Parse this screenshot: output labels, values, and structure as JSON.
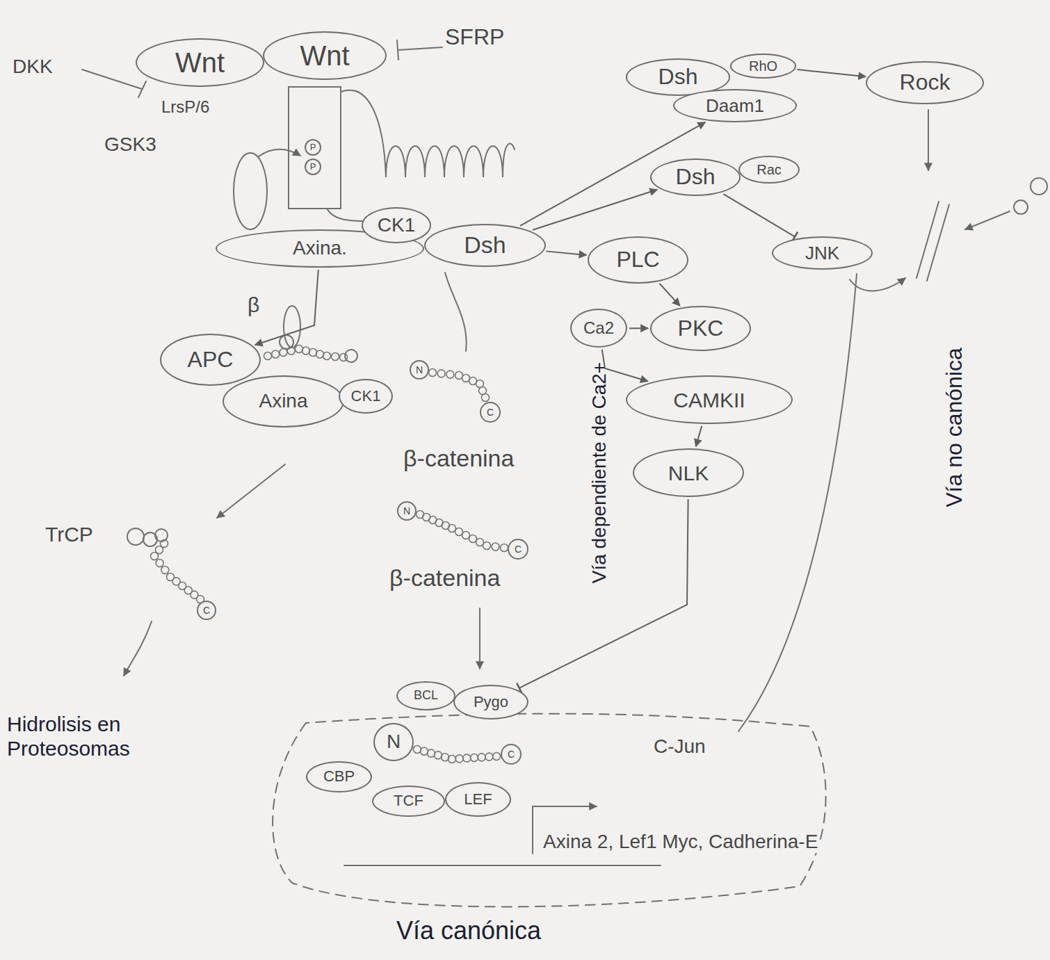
{
  "diagram": {
    "nodes": [
      {
        "text": [
          "Wnt"
        ]
      },
      {
        "text": [
          "Wnt"
        ]
      },
      {
        "text": [
          "Axina."
        ]
      },
      {
        "text": [
          "CK1"
        ]
      },
      {
        "text": [
          "Dsh"
        ]
      },
      {
        "text": [
          "APC"
        ]
      },
      {
        "text": [
          "Axina"
        ]
      },
      {
        "text": [
          "CK1"
        ]
      },
      {
        "text": [
          "Dsh"
        ]
      },
      {
        "text": [
          "RhO"
        ]
      },
      {
        "text": [
          "Daam1"
        ]
      },
      {
        "text": [
          "Rock"
        ]
      },
      {
        "text": [
          "Dsh"
        ]
      },
      {
        "text": [
          "Rac"
        ]
      },
      {
        "text": [
          "JNK"
        ]
      },
      {
        "text": [
          "PLC"
        ]
      },
      {
        "text": [
          "Ca2"
        ]
      },
      {
        "text": [
          "PKC"
        ]
      },
      {
        "text": [
          "CAMKII"
        ]
      },
      {
        "text": [
          "NLK"
        ]
      },
      {
        "text": [
          "BCL"
        ]
      },
      {
        "text": [
          "Pygo"
        ]
      },
      {
        "text": [
          "N"
        ]
      },
      {
        "text": [
          "CBP"
        ]
      },
      {
        "text": [
          "TCF"
        ]
      },
      {
        "text": [
          "LEF"
        ]
      }
    ],
    "edges": [
      {
        "from": 2,
        "to": 5,
        "arrow": "to"
      },
      {
        "from": 4,
        "to": 10,
        "arrow": "to"
      },
      {
        "from": 4,
        "to": 12,
        "arrow": "to"
      },
      {
        "from": 4,
        "to": 15,
        "arrow": "to"
      },
      {
        "from": 9,
        "to": 11,
        "arrow": "to"
      },
      {
        "from": 12,
        "to": 14,
        "arrow": "to"
      },
      {
        "from": 15,
        "to": 17,
        "arrow": "to"
      },
      {
        "from": 16,
        "to": 17,
        "arrow": "to"
      },
      {
        "from": 16,
        "to": 18,
        "arrow": "to"
      },
      {
        "from": 18,
        "to": 19,
        "arrow": "to"
      },
      {
        "from": 19,
        "to": 21,
        "arrow": "to"
      }
    ],
    "labels": [
      "DKK",
      "SFRP",
      "LrsP/6",
      "GSK3",
      "P",
      "P",
      "β",
      "N",
      "C",
      "β-catenina",
      "N",
      "C",
      "β-catenina",
      "TrCP",
      "C",
      "Hidrolisis en Proteosomas",
      "Vía dependiente de Ca2+",
      "Vía no canónica",
      "C",
      "C-Jun",
      "Axina 2, Lef1 Myc, Cadherina-E",
      "Vía canónica"
    ]
  }
}
